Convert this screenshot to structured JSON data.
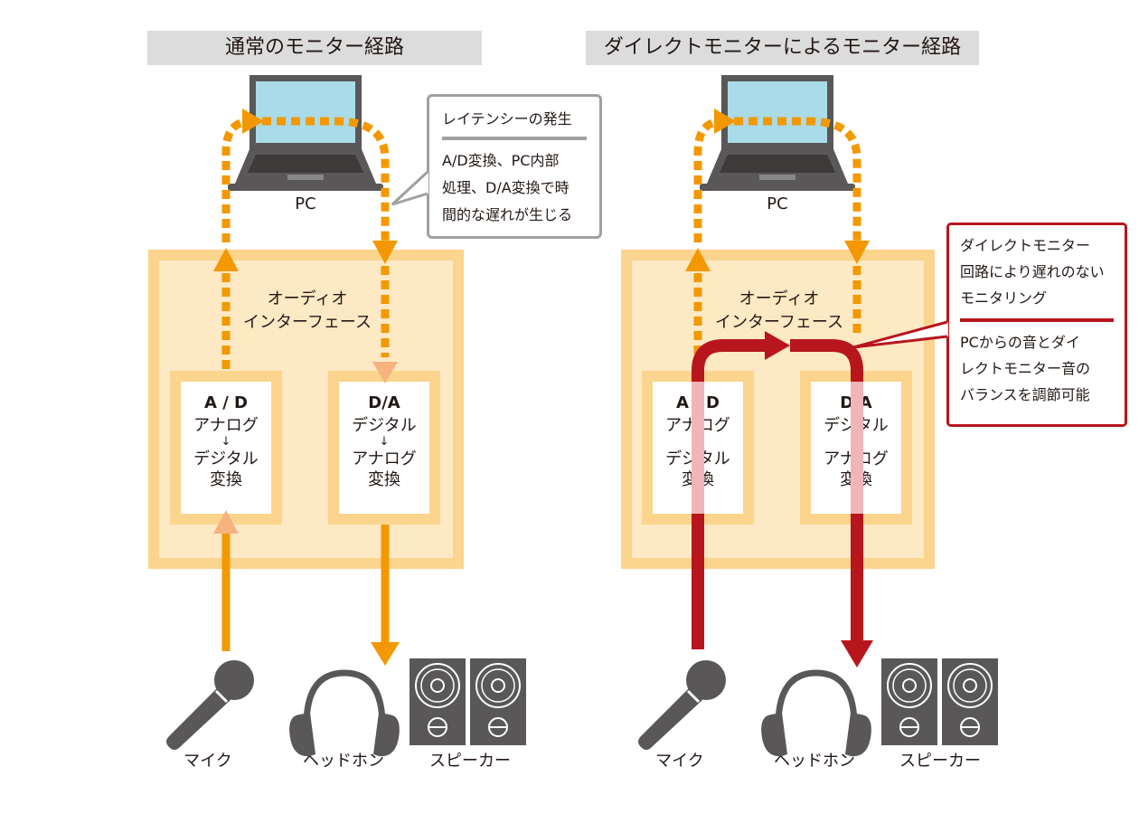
{
  "left": {
    "title": "通常のモニター経路",
    "pc_label": "PC",
    "interface_label": [
      "オーディオ",
      "インターフェース"
    ],
    "ad": {
      "title": "A / D",
      "line1": "アナログ",
      "arrow": "↓",
      "line2": "デジタル",
      "line3": "変換"
    },
    "da": {
      "title": "D/A",
      "line1": "デジタル",
      "arrow": "↓",
      "line2": "アナログ",
      "line3": "変換"
    },
    "mic_label": "マイク",
    "headphone_label": "ヘッドホン",
    "speaker_label": "スピーカー",
    "callout": {
      "title": "レイテンシーの発生",
      "lines": [
        "A/D変換、PC内部",
        "処理、D/A変換で時",
        "間的な遅れが生じる"
      ]
    }
  },
  "right": {
    "title": "ダイレクトモニターによるモニター経路",
    "pc_label": "PC",
    "interface_label": [
      "オーディオ",
      "インターフェース"
    ],
    "ad": {
      "title": "A / D",
      "line1": "アナログ",
      "arrow": "↓",
      "line2": "デジタル",
      "line3": "変換"
    },
    "da": {
      "title": "D/A",
      "line1": "デジタル",
      "arrow": "↓",
      "line2": "アナログ",
      "line3": "変換"
    },
    "mic_label": "マイク",
    "headphone_label": "ヘッドホン",
    "speaker_label": "スピーカー",
    "callout": {
      "title_lines": [
        "ダイレクトモニター",
        "回路により遅れのない",
        "モニタリング"
      ],
      "lines": [
        "PCからの音とダイ",
        "レクトモニター音の",
        "バランスを調節可能"
      ]
    }
  },
  "colors": {
    "orange": "#f39800",
    "light_orange": "#f6b37f",
    "red": "#b8161d",
    "interface_fill": "#fde9c4",
    "interface_border": "#fbd48d",
    "device_gray": "#595757",
    "screen": "#a9dbe8"
  },
  "icons": [
    "laptop-icon",
    "microphone-icon",
    "headphone-icon",
    "speaker-icon"
  ]
}
